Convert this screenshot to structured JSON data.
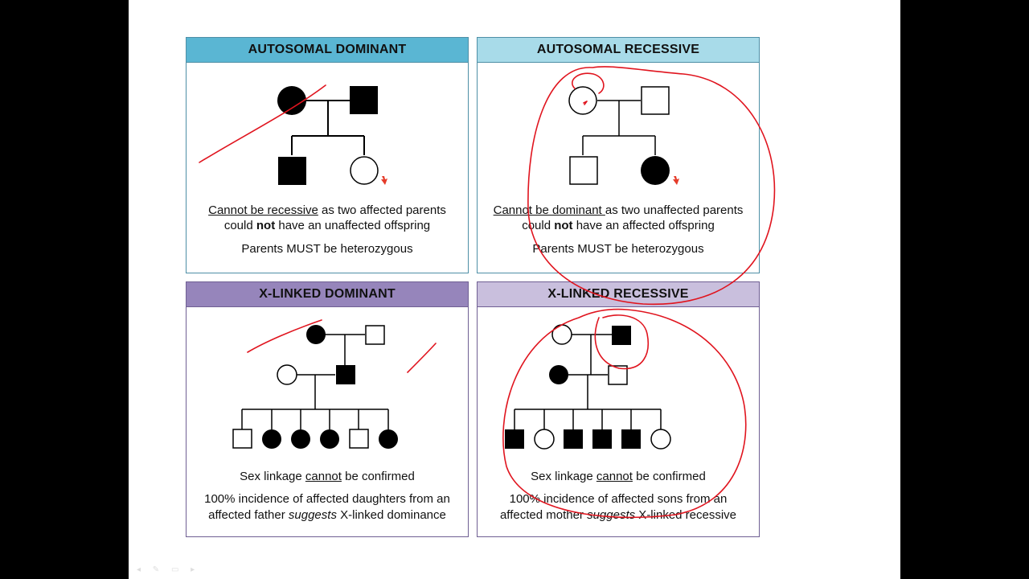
{
  "panels": {
    "ad": {
      "title": "AUTOSOMAL DOMINANT",
      "header_color": "#5ab6d3",
      "cap1_underlined": "Cannot be recessive",
      "cap1_rest": " as two affected parents",
      "cap2_pre": "could ",
      "cap2_bold": "not",
      "cap2_post": " have an unaffected offspring",
      "cap3": "Parents MUST be heterozygous"
    },
    "ar": {
      "title": "AUTOSOMAL RECESSIVE",
      "header_color": "#a8dbe9",
      "cap1_underlined": "Cannot be dominant ",
      "cap1_rest": "as two unaffected parents",
      "cap2_pre": "could ",
      "cap2_bold": "not",
      "cap2_post": " have an affected offspring",
      "cap3": "Parents MUST be heterozygous"
    },
    "xd": {
      "title": "X-LINKED DOMINANT",
      "header_color": "#9685bb",
      "cap1_pre": "Sex linkage ",
      "cap1_underlined": "cannot",
      "cap1_post": " be confirmed",
      "cap2": "100% incidence of affected daughters from an",
      "cap3_pre": "affected father ",
      "cap3_italic": "suggests",
      "cap3_post": " X-linked dominance"
    },
    "xr": {
      "title": "X-LINKED RECESSIVE",
      "header_color": "#c9bfdd",
      "cap1_pre": "Sex linkage ",
      "cap1_underlined": "cannot",
      "cap1_post": " be confirmed",
      "cap2": "100% incidence of affected sons from an",
      "cap3_pre": "affected mother ",
      "cap3_italic": "suggests",
      "cap3_post": " X-linked recessive"
    }
  },
  "colors": {
    "annotation_ink": "#e0141e",
    "arrow": "#e53c2a",
    "teal_border": "#4e8fa6",
    "purple_border": "#6f5f93"
  }
}
